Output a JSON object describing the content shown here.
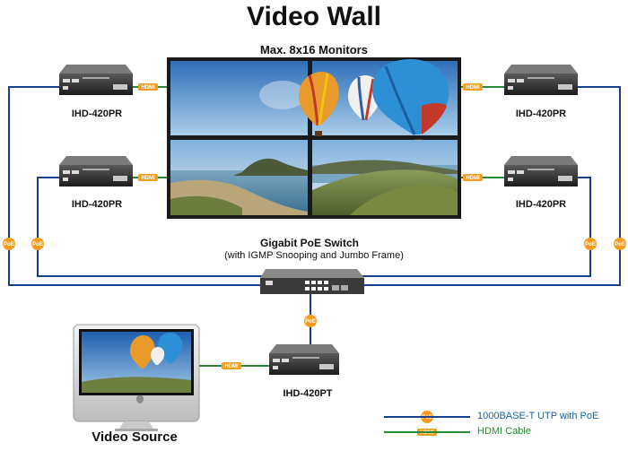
{
  "title": "Video Wall",
  "subtitle": "Max. 8x16 Monitors",
  "receivers": [
    {
      "label": "IHD-420PR"
    },
    {
      "label": "IHD-420PR"
    },
    {
      "label": "IHD-420PR"
    },
    {
      "label": "IHD-420PR"
    }
  ],
  "switch": {
    "title": "Gigabit PoE Switch",
    "subtitle": "(with IGMP Snooping and Jumbo Frame)"
  },
  "transmitter": {
    "label": "IHD-420PT"
  },
  "source": {
    "label": "Video Source"
  },
  "tags": {
    "poe": "PoE",
    "hdmi": "HDMI"
  },
  "legend": [
    {
      "text": "1000BASE-T UTP with PoE",
      "color": "#1a3f8f",
      "tag": "PoE"
    },
    {
      "text": "HDMI Cable",
      "color": "#2a8a3a",
      "tag": "HDMI"
    }
  ],
  "colors": {
    "utp_line": "#1a3f8f",
    "hdmi_line": "#2a8a3a",
    "tag_fill": "#f39c1e",
    "legend_utp_text": "#1a5fa8",
    "legend_hdmi_text": "#2a8a3a"
  }
}
